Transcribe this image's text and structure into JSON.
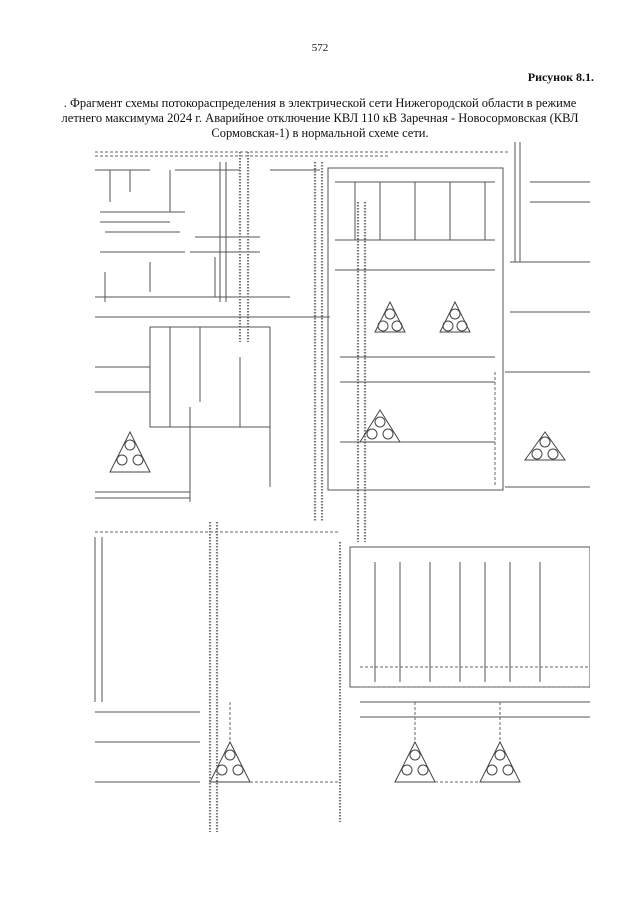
{
  "page": {
    "number": "572",
    "figure_label": "Рисунок 8.1.",
    "caption_lines": [
      ". Фрагмент схемы потокораспределения в электрической сети Нижегородской области в режиме",
      "летнего максимума 2024 г. Аварийное отключение КВЛ 110 кВ Заречная - Новосормовская (КВЛ",
      "Сормовская-1) в нормальной схеме сети."
    ]
  }
}
